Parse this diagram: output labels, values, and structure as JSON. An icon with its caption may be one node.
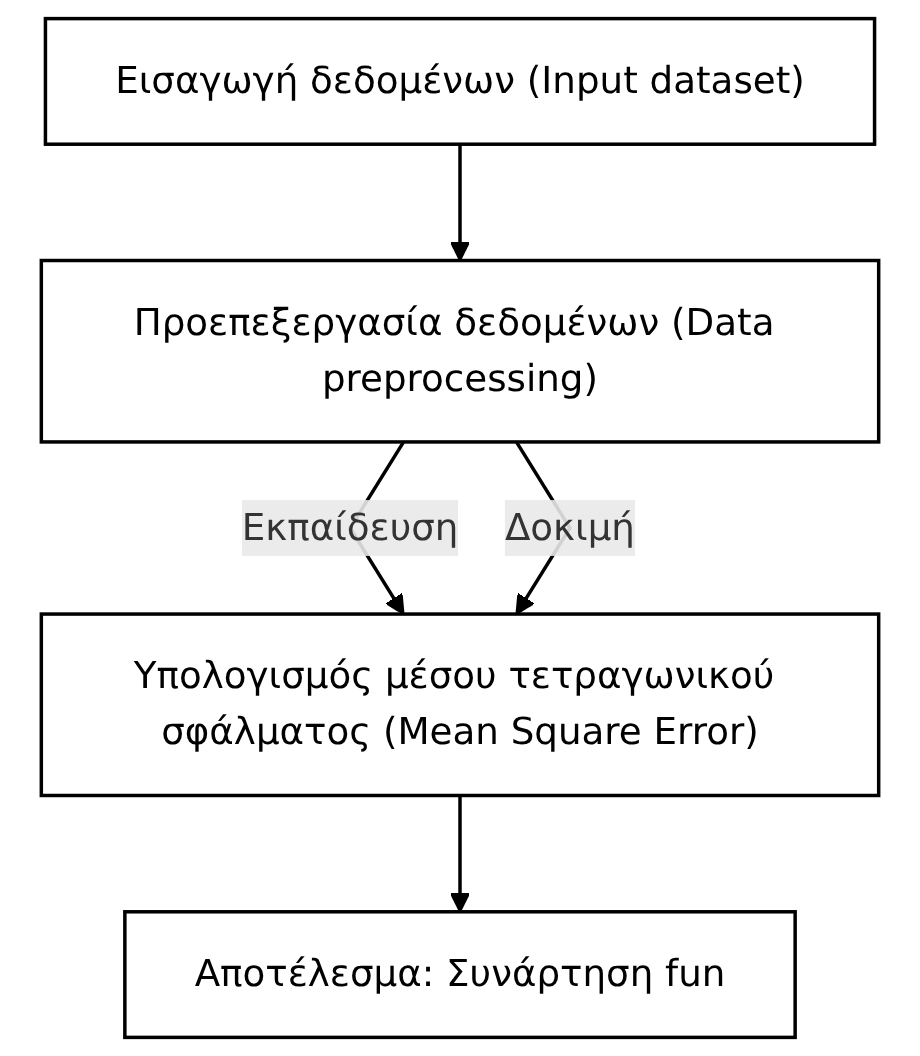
{
  "diagram": {
    "nodes": [
      {
        "text": [
          "Εισαγωγή δεδομένων (Input dataset)"
        ]
      },
      {
        "text": [
          "Προεπεξεργασία δεδομένων (Data preprocessing)"
        ]
      },
      {
        "text": [
          "Υπολογισμός μέσου τετραγωνικού σφάλματος (Mean Square Error)"
        ]
      },
      {
        "text": [
          "Αποτέλεσμα: Συνάρτηση fun"
        ]
      }
    ],
    "edges": [
      {
        "from": 0,
        "to": 1,
        "arrow": "to"
      },
      {
        "from": 1,
        "to": 2,
        "arrow": "to",
        "label": "Εκπαίδευση"
      },
      {
        "from": 1,
        "to": 2,
        "arrow": "to",
        "label": "Δοκιμή"
      },
      {
        "from": 2,
        "to": 3,
        "arrow": "to"
      }
    ]
  }
}
